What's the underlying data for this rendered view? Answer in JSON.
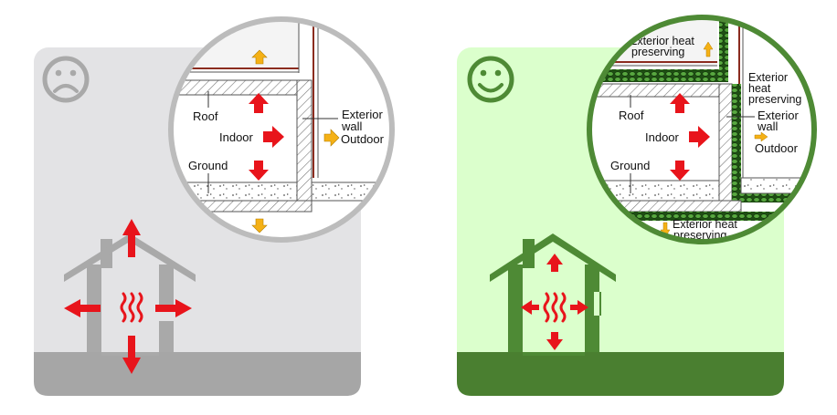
{
  "colors": {
    "bad_panel_bg": "#e3e3e5",
    "bad_accent": "#a9a9a9",
    "bad_ground": "#a6a6a6",
    "good_panel_bg": "#dbffcc",
    "good_accent": "#4e8a35",
    "good_ground": "#4a7f30",
    "heat_arrow": "#e8141b",
    "escape_arrow": "#f5b116",
    "insulation": "#3a7d2a"
  },
  "icons": {
    "bad_face": "sad-face-icon",
    "good_face": "smiley-face-icon",
    "heater": "heater-icon"
  },
  "left_panel": {
    "labels": {
      "roof": "Roof",
      "indoor": "Indoor",
      "ground": "Ground",
      "exterior_wall_1": "Exterior",
      "exterior_wall_2": "wall",
      "outdoor": "Outdoor"
    }
  },
  "right_panel": {
    "labels": {
      "roof": "Roof",
      "indoor": "Indoor",
      "ground": "Ground",
      "exterior_wall_1": "Exterior",
      "exterior_wall_2": "wall",
      "outdoor": "Outdoor",
      "roof_insulation_1": "Exterior heat",
      "roof_insulation_2": "preserving",
      "wall_insulation_1": "Exterior",
      "wall_insulation_2": "heat",
      "wall_insulation_3": "preserving",
      "ground_insulation_1": "Exterior heat",
      "ground_insulation_2": "preserving"
    }
  }
}
